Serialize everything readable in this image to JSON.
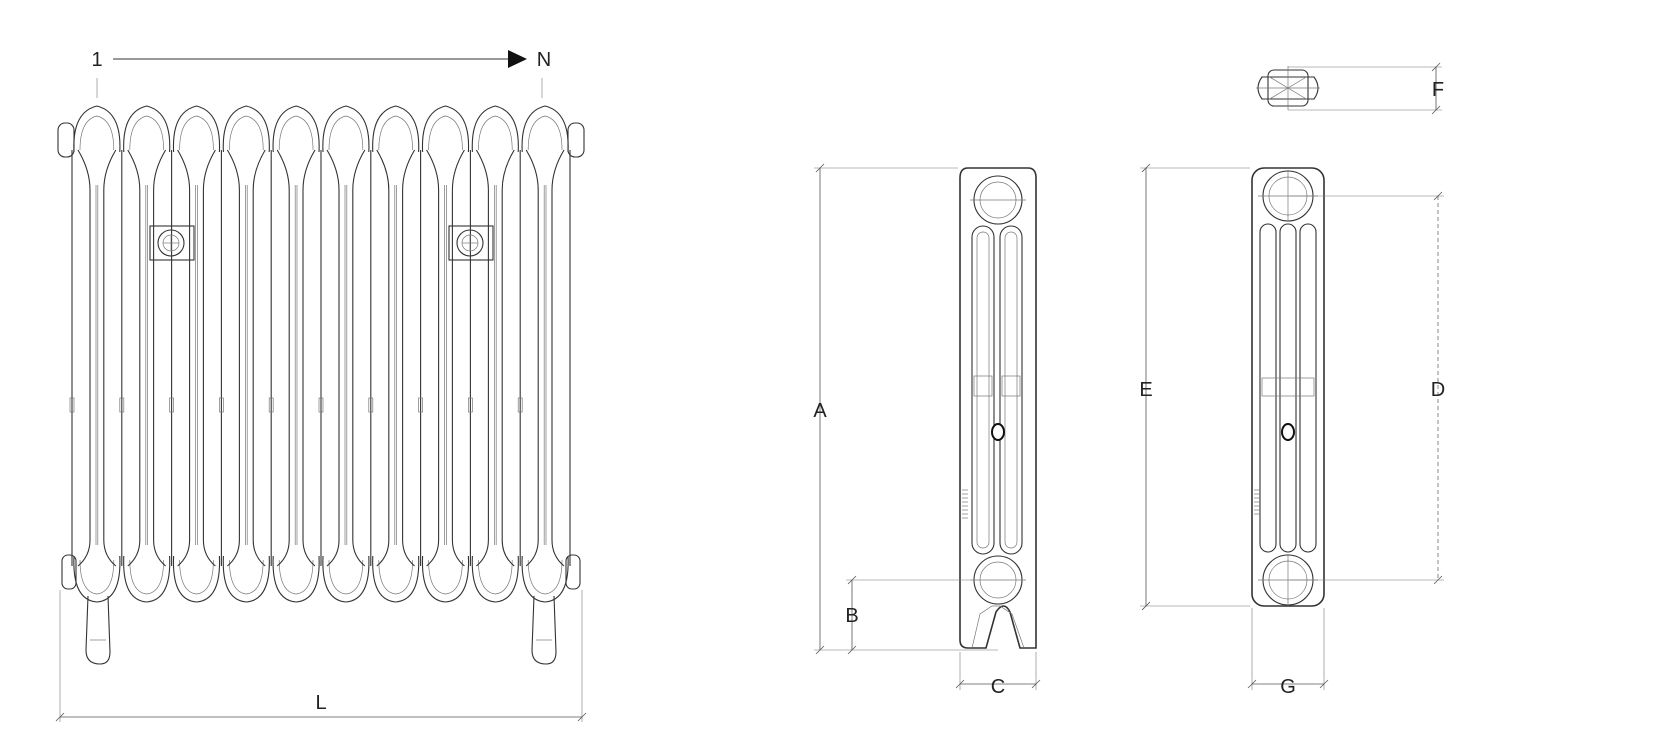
{
  "labels": {
    "section_start": "1",
    "section_end": "N",
    "length": "L",
    "height_total": "A",
    "floor_clearance": "B",
    "depth_side": "C",
    "height_body": "E",
    "center_distance": "D",
    "section_width": "F",
    "depth_section": "G"
  },
  "front_view": {
    "section_count": 10
  }
}
